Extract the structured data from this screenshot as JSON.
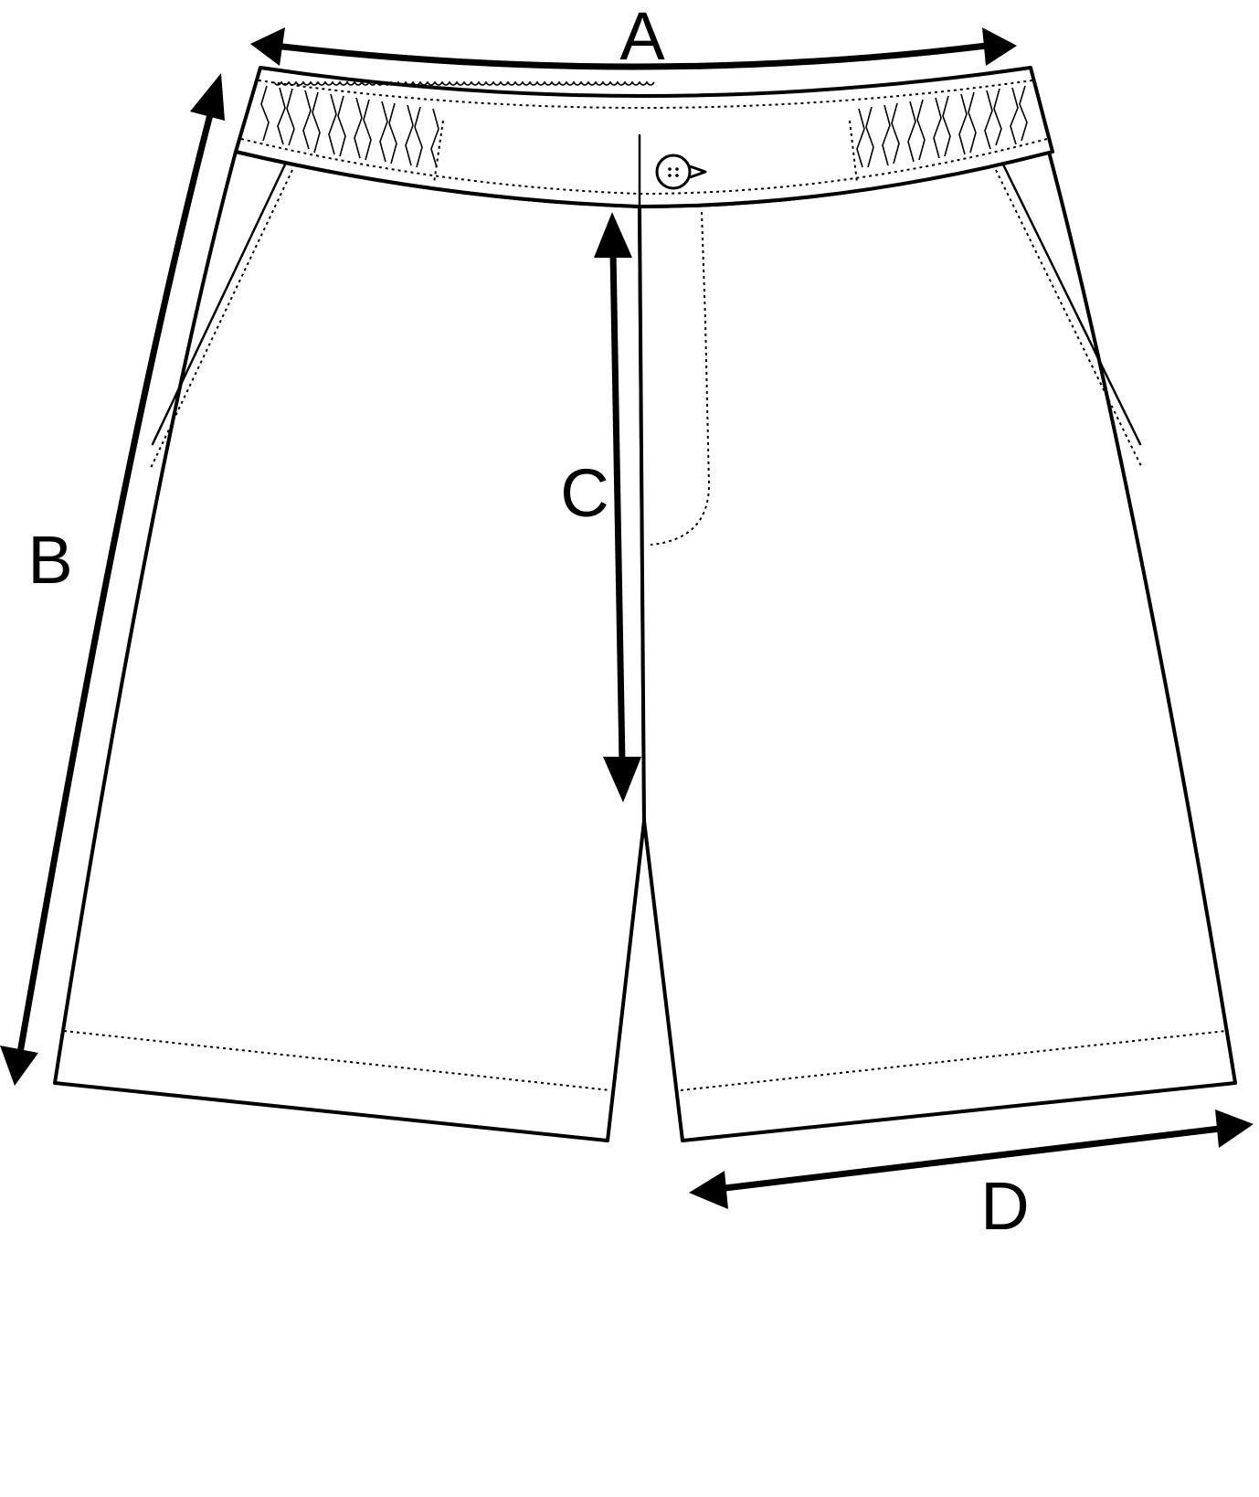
{
  "diagram": {
    "subject": "shorts-flat-sketch",
    "measurements": [
      {
        "id": "A",
        "label": "A"
      },
      {
        "id": "B",
        "label": "B"
      },
      {
        "id": "C",
        "label": "C"
      },
      {
        "id": "D",
        "label": "D"
      }
    ],
    "colors": {
      "line": "#000000",
      "background": "#ffffff"
    }
  }
}
